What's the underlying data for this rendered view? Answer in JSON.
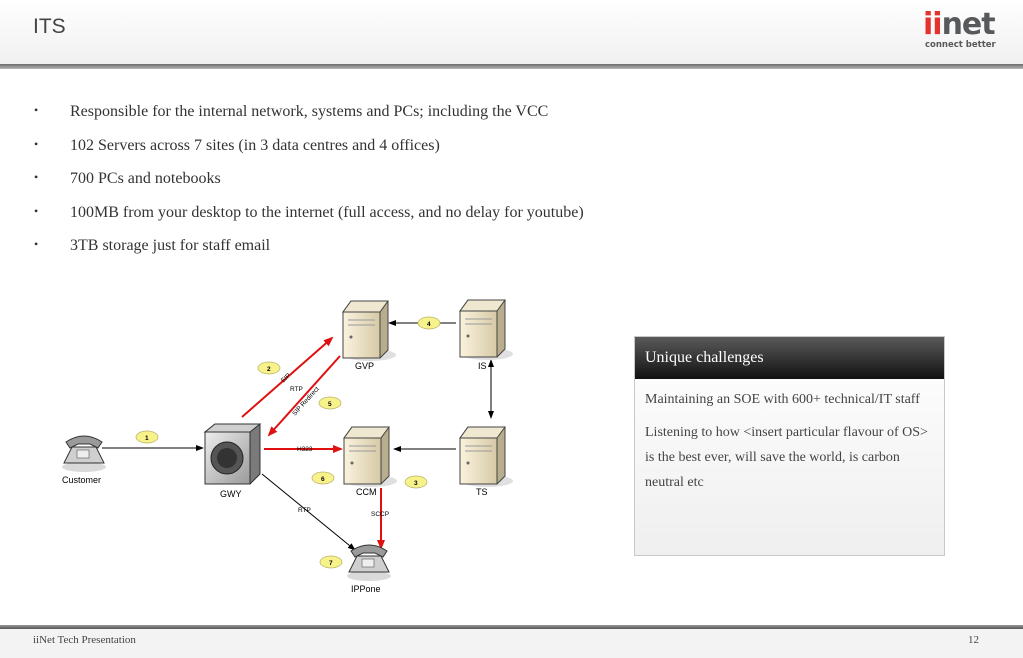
{
  "slide": {
    "title": "ITS",
    "logo": {
      "ii": "ii",
      "net": "net",
      "tagline": "connect better"
    }
  },
  "bullets": [
    "Responsible for the internal network, systems and PCs; including the VCC",
    "102 Servers across 7 sites (in 3 data centres and 4 offices)",
    "700 PCs and notebooks",
    "100MB from your desktop to the internet (full access, and no delay for youtube)",
    "3TB storage just for staff email"
  ],
  "diagram": {
    "nodes": {
      "customer": "Customer",
      "gwy": "GWY",
      "gvp": "GVP",
      "is": "IS",
      "ccm": "CCM",
      "ts": "TS",
      "ipphone": "IPPone"
    },
    "edge_labels": {
      "sip": "SIP",
      "rtp_top": "RTP",
      "sip_redirect": "SIP Redirect",
      "h323": "H323",
      "sccp": "SCCP",
      "rtp_bottom": "RTP"
    },
    "steps": [
      "1",
      "2",
      "3",
      "4",
      "5",
      "6",
      "7"
    ],
    "colors": {
      "highlight_arrow": "#e01010",
      "step_badge": "#f7f38a"
    }
  },
  "challenges": {
    "title": "Unique challenges",
    "items": [
      "Maintaining an SOE with 600+ technical/IT staff",
      "Listening to how <insert particular flavour of OS> is the best ever, will save the world, is carbon neutral etc"
    ]
  },
  "footer": {
    "left": "iiNet Tech Presentation",
    "page": "12"
  }
}
